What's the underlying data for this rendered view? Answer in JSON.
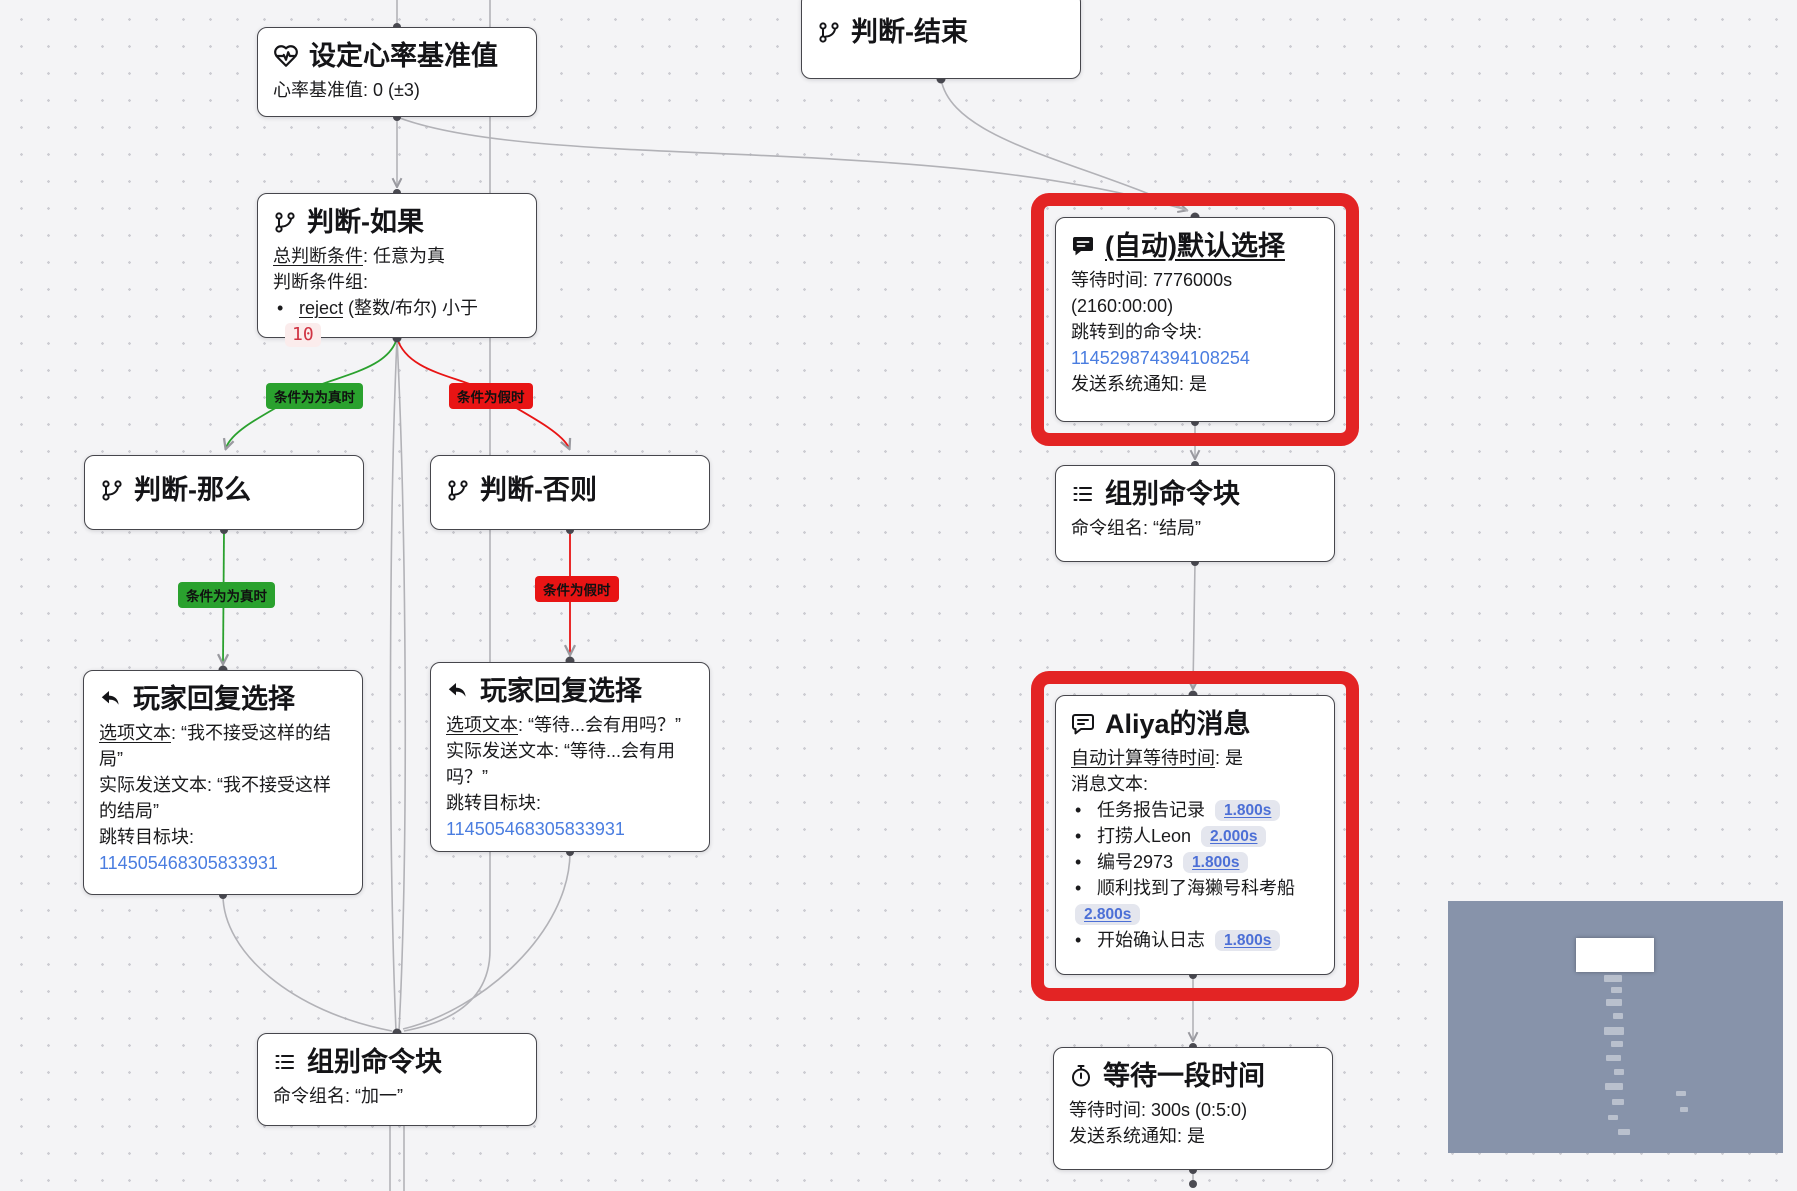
{
  "colors": {
    "node_border": "#46464c",
    "edge": "#b2b2b7",
    "green": "#2aa12e",
    "red": "#e81414",
    "link": "#4a7de0",
    "chip_bg": "#fbecec",
    "chip_text": "#d03343",
    "badge_bg": "#e4e6ee",
    "badge_text": "#4c6fd6",
    "highlight": "#e32424",
    "minimap_bg": "#8793aa"
  },
  "nodes": {
    "heart": {
      "title": "设定心率基准值",
      "line": "心率基准值: 0 (±3)"
    },
    "judge_end": {
      "title": "判断-结束"
    },
    "judge_if": {
      "title": "判断-如果",
      "cond_label": "总判断条件",
      "cond_rest": ": 任意为真",
      "group_line": "判断条件组:",
      "bullet_label": "reject",
      "bullet_rest": " (整数/布尔) 小于",
      "chip": "10"
    },
    "judge_then": {
      "title": "判断-那么"
    },
    "judge_else": {
      "title": "判断-否则"
    },
    "reply_left": {
      "title": "玩家回复选择",
      "opt_label": "选项文本",
      "opt_rest": ": “我不接受这样的结局”",
      "send_line": "实际发送文本: “我不接受这样的结局”",
      "jump_line": "跳转目标块:",
      "jump_id": "114505468305833931"
    },
    "reply_mid": {
      "title": "玩家回复选择",
      "opt_label": "选项文本",
      "opt_rest": ": “等待...会有用吗？”",
      "send_line": "实际发送文本: “等待...会有用吗？”",
      "jump_line": "跳转目标块:",
      "jump_id": "114505468305833931"
    },
    "group_bottom": {
      "title": "组别命令块",
      "line": "命令组名: “加一”"
    },
    "auto_default": {
      "title": "(自动)默认选择",
      "wait_line": "等待时间: 7776000s (2160:00:00)",
      "jump_line": "跳转到的命令块:",
      "jump_id": "114529874394108254",
      "notify_line": "发送系统通知:  是"
    },
    "group_right": {
      "title": "组别命令块",
      "line": "命令组名: “结局”"
    },
    "aliya": {
      "title": "Aliya的消息",
      "auto_label": "自动计算等待时间",
      "auto_rest": ": 是",
      "msg_line": "消息文本:",
      "bullets": [
        {
          "text": "任务报告记录",
          "badge": "1.800s"
        },
        {
          "text": "打捞人Leon",
          "badge": "2.000s"
        },
        {
          "text": "编号2973",
          "badge": "1.800s"
        },
        {
          "text": "顺利找到了海獭号科考船",
          "badge": "2.800s"
        },
        {
          "text": "开始确认日志",
          "badge": "1.800s"
        }
      ]
    },
    "wait": {
      "title": "等待一段时间",
      "wait_line": "等待时间: 300s (0:5:0)",
      "notify_line": "发送系统通知: 是"
    }
  },
  "edge_labels": {
    "true1": "条件为为真时",
    "false1": "条件为假时",
    "true2": "条件为为真时",
    "false2": "条件为假时"
  }
}
